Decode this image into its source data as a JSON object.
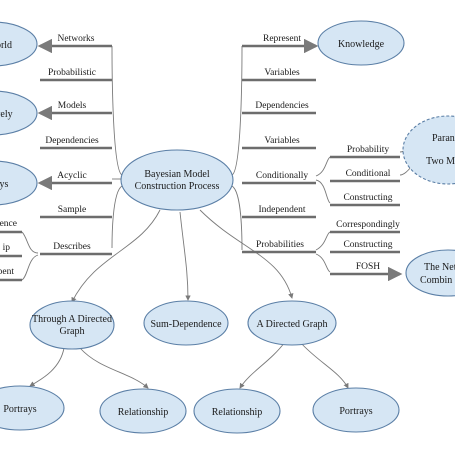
{
  "center": {
    "line1": "Bayesian Model",
    "line2": "Construction Process"
  },
  "left_branches": [
    {
      "label": "Networks"
    },
    {
      "label": "Probabilistic"
    },
    {
      "label": "Models"
    },
    {
      "label": "Dependencies"
    },
    {
      "label": "Acyclic"
    },
    {
      "label": "Sample"
    },
    {
      "label": "Describes"
    }
  ],
  "left_nodes": {
    "n1": "orld",
    "n2": "vely",
    "n3": "ys",
    "describes_targets": [
      "dence",
      "ip",
      "pent"
    ]
  },
  "right_branches": [
    {
      "label": "Represent"
    },
    {
      "label": "Variables"
    },
    {
      "label": "Dependencies"
    },
    {
      "label": "Variables"
    },
    {
      "label": "Conditionally"
    },
    {
      "label": "Independent"
    },
    {
      "label": "Probabilities"
    }
  ],
  "right_nodes": {
    "knowledge": "Knowledge",
    "conditionally_children": [
      "Probability",
      "Conditional",
      "Constructing"
    ],
    "probabilities_children": [
      "Correspondingly",
      "Constructing",
      "FOSH"
    ],
    "dashed_node": {
      "line1": "Paran",
      "line2": "Two M"
    },
    "network_node": {
      "line1": "The Net",
      "line2": "Combin"
    }
  },
  "bottom": {
    "mid_nodes": [
      {
        "line1": "Through A Directed",
        "line2": "Graph"
      },
      {
        "line1": "Sum-Dependence",
        "line2": ""
      },
      {
        "line1": "A Directed Graph",
        "line2": ""
      }
    ],
    "leaf_nodes": [
      "Portrays",
      "Relationship",
      "Relationship",
      "Portrays"
    ]
  }
}
